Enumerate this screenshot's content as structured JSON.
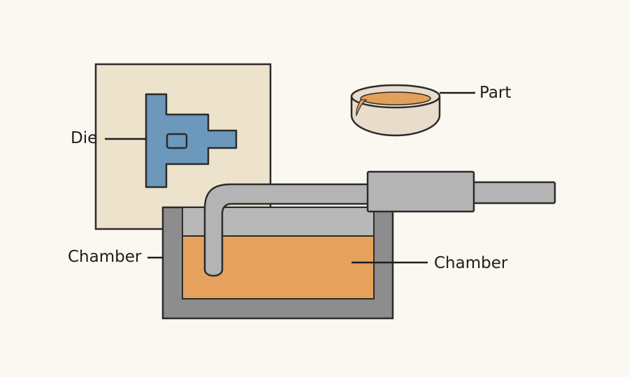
{
  "labels": {
    "die": "Die",
    "part": "Part",
    "chamber_left": "Chamber",
    "chamber_right": "Chamber"
  },
  "colors": {
    "background": "#fbf8f1",
    "die_plate": "#ede3cd",
    "die_cavity": "#6b98bb",
    "chamber_wall": "#8d8d8d",
    "chamber_inner": "#b8b8b8",
    "molten_metal": "#e6a15c",
    "gooseneck": "#b4b4b4",
    "part_body": "#e9dccb",
    "part_metal": "#e3a05a",
    "outline": "#2b2b2b"
  }
}
